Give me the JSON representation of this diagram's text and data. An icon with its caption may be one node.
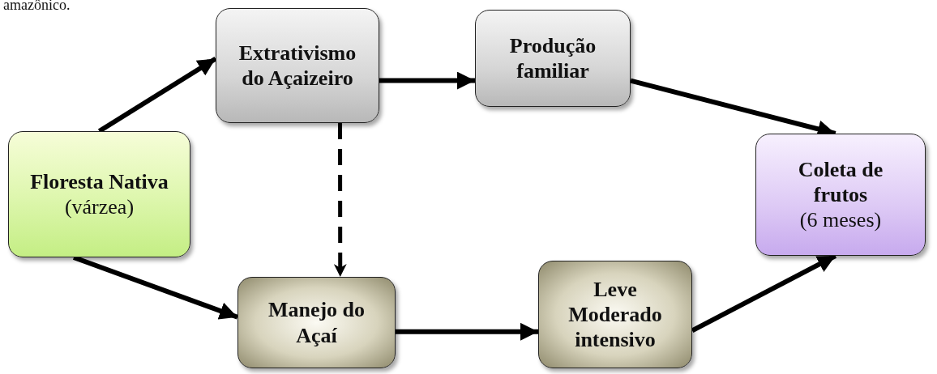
{
  "diagram": {
    "nodes": [
      {
        "text": [
          "Floresta Nativa",
          "(várzea)"
        ]
      },
      {
        "text": [
          "Extrativismo do Açaizeiro"
        ]
      },
      {
        "text": [
          "Produção familiar"
        ]
      },
      {
        "text": [
          "Coleta de frutos",
          "(6 meses)"
        ]
      },
      {
        "text": [
          "Manejo do Açaí"
        ]
      },
      {
        "text": [
          "Leve Moderado intensivo"
        ]
      }
    ],
    "edges": [
      {
        "from": 0,
        "to": 1,
        "arrow": "to"
      },
      {
        "from": 1,
        "to": 2,
        "arrow": "to"
      },
      {
        "from": 2,
        "to": 3,
        "arrow": "to"
      },
      {
        "from": 0,
        "to": 4,
        "arrow": "to"
      },
      {
        "from": 4,
        "to": 5,
        "arrow": "to"
      },
      {
        "from": 5,
        "to": 3,
        "arrow": "to"
      },
      {
        "from": 1,
        "to": 4,
        "arrow": "to",
        "style": "dashed"
      }
    ],
    "labels": [
      "amazônico."
    ]
  }
}
